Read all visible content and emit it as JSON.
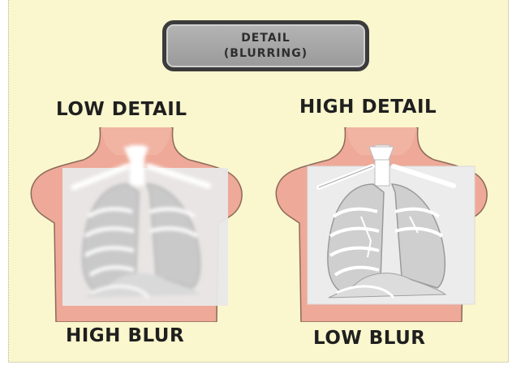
{
  "title": {
    "line1": "DETAIL",
    "line2": "(BLURRING)"
  },
  "left_panel": {
    "heading": "LOW DETAIL",
    "caption": "HIGH BLUR"
  },
  "right_panel": {
    "heading": "HIGH DETAIL",
    "caption": "LOW BLUR"
  },
  "colors": {
    "background": "#faf6cd",
    "skin": "#eea998",
    "skin_outline": "#8b6a5a",
    "film": "#e9e9e9",
    "lung": "#cfcfcf",
    "bone": "#ffffff",
    "title_box_fill": "#a8a8a8",
    "title_box_border": "#3b3b3b"
  }
}
